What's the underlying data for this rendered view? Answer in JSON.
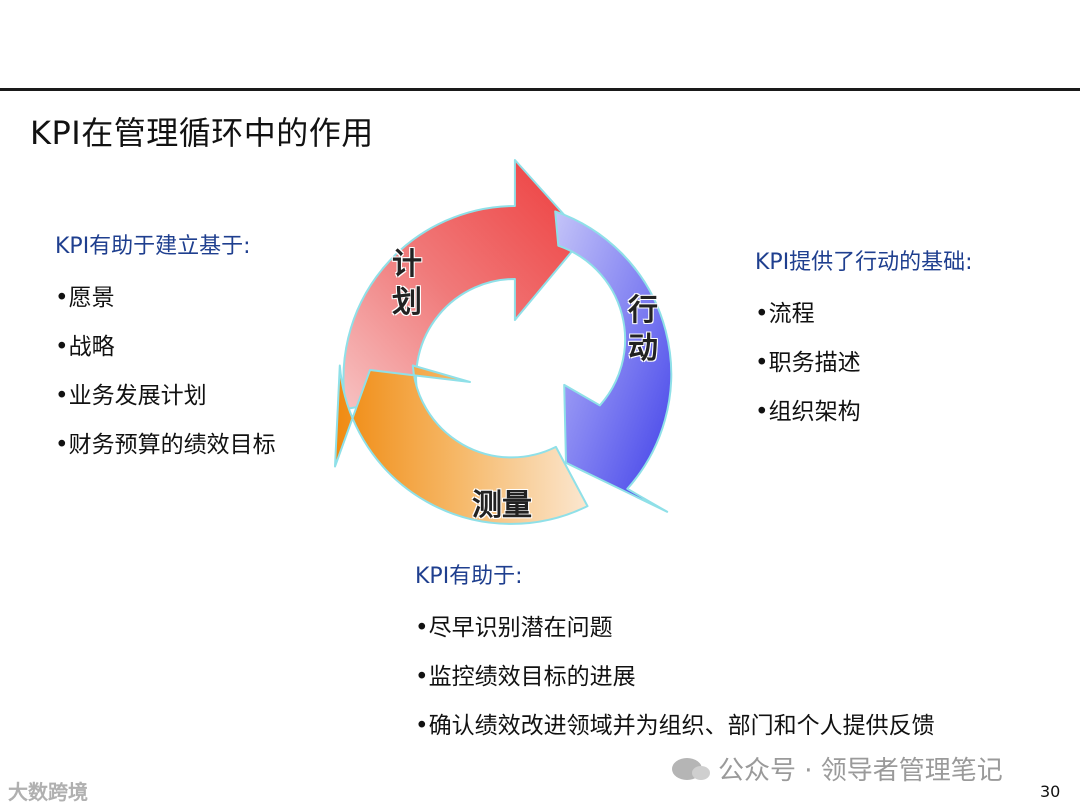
{
  "title": "KPI在管理循环中的作用",
  "cycle": {
    "plan": "计划",
    "act": "行动",
    "measure": "测量"
  },
  "left_block": {
    "heading": "KPI有助于建立基于:",
    "items": [
      "•愿景",
      "•战略",
      "•业务发展计划",
      "•财务预算的绩效目标"
    ]
  },
  "right_block": {
    "heading": "KPI提供了行动的基础:",
    "items": [
      "•流程",
      "•职务描述",
      "•组织架构"
    ]
  },
  "bottom_block": {
    "heading": "KPI有助于:",
    "items": [
      "•尽早识别潜在问题",
      "•监控绩效目标的进展",
      "•确认绩效改进领域并为组织、部门和个人提供反馈"
    ]
  },
  "watermark": "公众号 · 领导者管理笔记",
  "corner_logo": "大数跨境",
  "page_number": "30",
  "colors": {
    "plan_arrow": "#f06a6a",
    "act_arrow": "#6666ee",
    "measure_arrow": "#f5a028",
    "heading": "#1f3f8f"
  }
}
